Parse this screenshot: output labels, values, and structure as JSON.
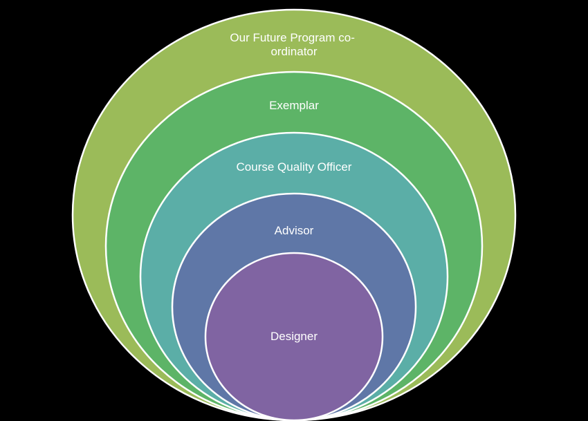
{
  "diagram": {
    "type": "nested-circles",
    "background_color": "#000000",
    "stroke_color": "#ffffff",
    "rings": [
      {
        "label_lines": [
          "Our Future Program co-",
          "ordinator"
        ],
        "color": "#9BBB59"
      },
      {
        "label_lines": [
          "Exemplar"
        ],
        "color": "#5DB467"
      },
      {
        "label_lines": [
          "Course Quality Officer"
        ],
        "color": "#5BAEA7"
      },
      {
        "label_lines": [
          "Advisor"
        ],
        "color": "#5F77A7"
      },
      {
        "label_lines": [
          "Designer"
        ],
        "color": "#8064A2"
      }
    ]
  }
}
